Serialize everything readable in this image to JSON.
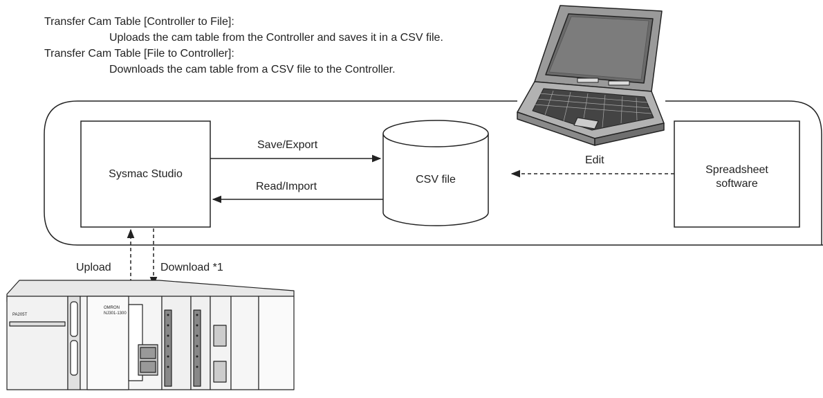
{
  "description": {
    "controller_to_file_title": "Transfer Cam Table [Controller to File]:",
    "controller_to_file_text": "Uploads the cam table from the Controller and saves it in a CSV file.",
    "file_to_controller_title": "Transfer Cam Table [File to Controller]:",
    "file_to_controller_text": "Downloads the cam table from a CSV file to the Controller."
  },
  "nodes": {
    "sysmac_studio": "Sysmac Studio",
    "csv_file": "CSV file",
    "spreadsheet_line1": "Spreadsheet",
    "spreadsheet_line2": "software"
  },
  "edges": {
    "save_export": "Save/Export",
    "read_import": "Read/Import",
    "edit": "Edit",
    "upload": "Upload",
    "download": "Download *1"
  },
  "controller": {
    "power_unit_label": "PA205T",
    "cpu_brand": "OMRON",
    "cpu_model": "NJ301-1300"
  }
}
